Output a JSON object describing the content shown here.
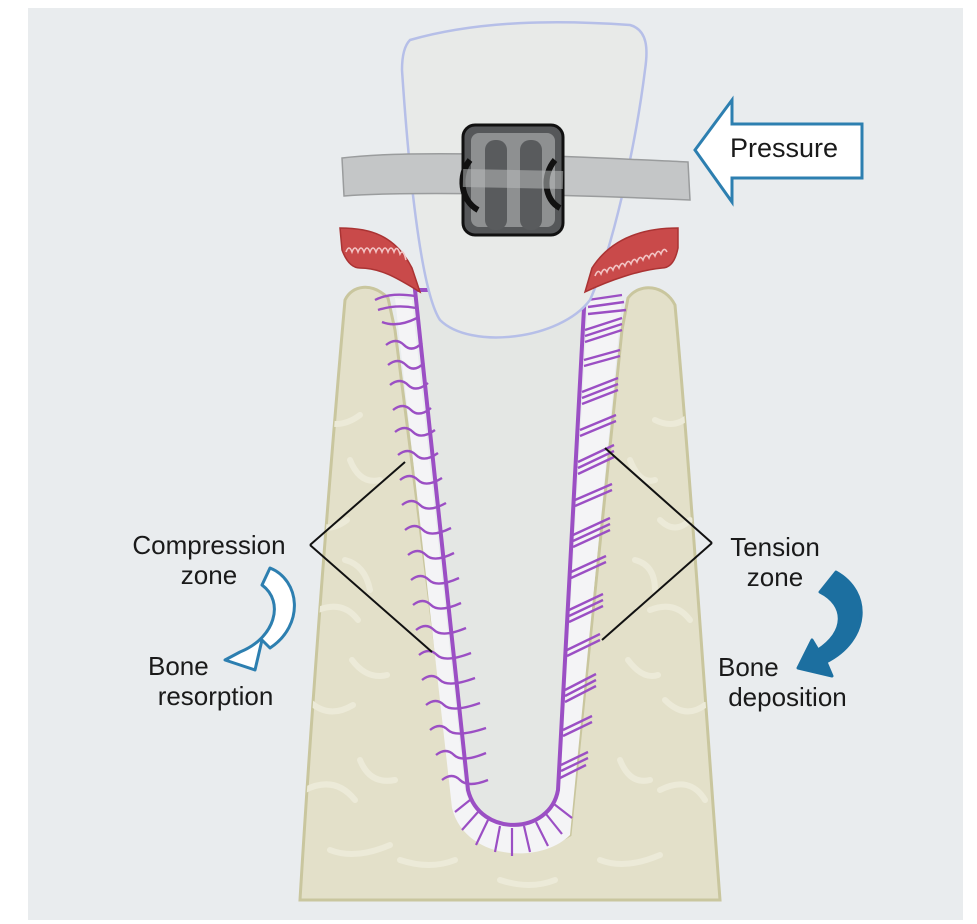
{
  "labels": {
    "pressure": "Pressure",
    "compression_zone": [
      "Compression",
      "zone"
    ],
    "bone_resorption": [
      "Bone",
      "resorption"
    ],
    "tension_zone": [
      "Tension",
      "zone"
    ],
    "bone_deposition": [
      "Bone",
      "deposition"
    ]
  },
  "colors": {
    "background": "#e9ecee",
    "bone": "#e3e0c9",
    "bone_outline": "#c9c69e",
    "tooth": "#e4e7e4",
    "crown_outline": "#b6bfe8",
    "pdl_fibers": "#9b4fc4",
    "gingiva": "#c94a4a",
    "wire": "#c4c6c7",
    "bracket": "#555759",
    "arrow_outline": "#2d7fb0",
    "deposition_arrow": "#1c6fa0"
  },
  "icons": {
    "pressure_arrow": "left-arrow-outline-icon",
    "resorption_arrow": "curved-arrow-outline-icon",
    "deposition_arrow": "curved-arrow-filled-icon"
  }
}
